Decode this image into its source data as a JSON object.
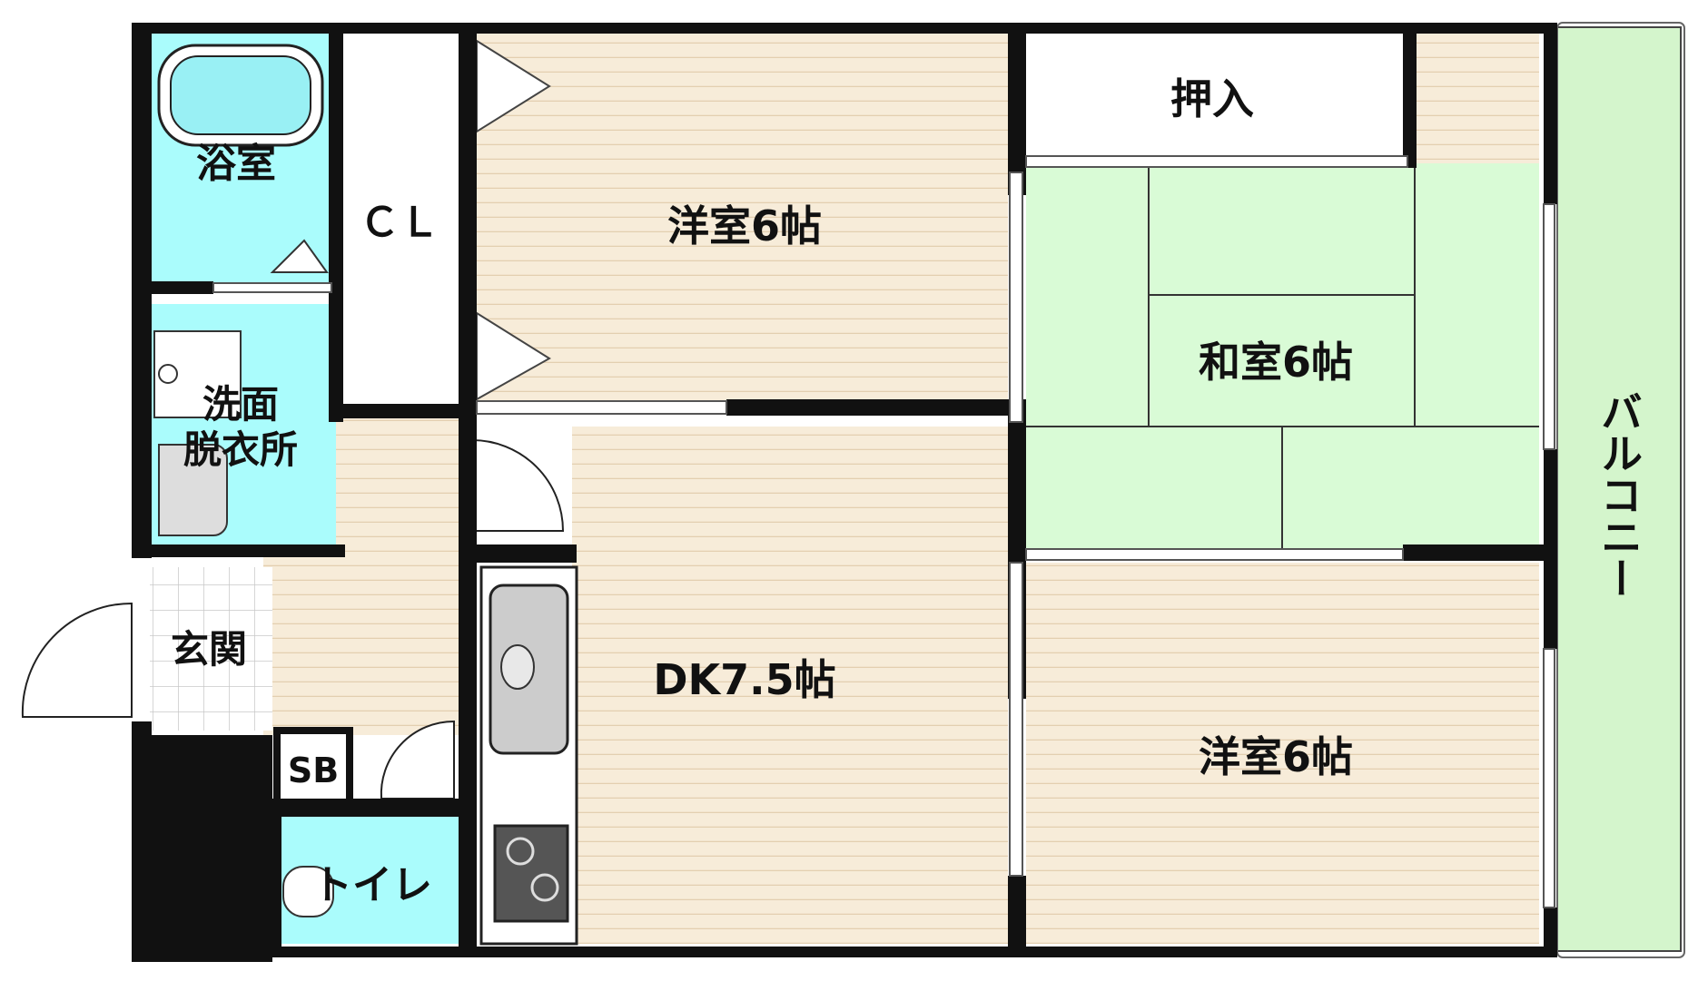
{
  "rooms": {
    "bath": "浴室",
    "closet": "ＣＬ",
    "western_top": "洋室6帖",
    "oshiire": "押入",
    "washitsu": "和室6帖",
    "balcony": "バルコニー",
    "washroom_line1": "洗面",
    "washroom_line2": "脱衣所",
    "entrance": "玄関",
    "dk": "DK7.5帖",
    "western_bottom": "洋室6帖",
    "shoebox": "SB",
    "toilet": "トイレ"
  },
  "colors": {
    "wall": "#111111",
    "wood_floor": "#f7ecd9",
    "wood_line": "#e3cfb0",
    "tatami": "#d9fbd6",
    "wet_area": "#aafcfc",
    "balcony": "#d4f5cc"
  }
}
